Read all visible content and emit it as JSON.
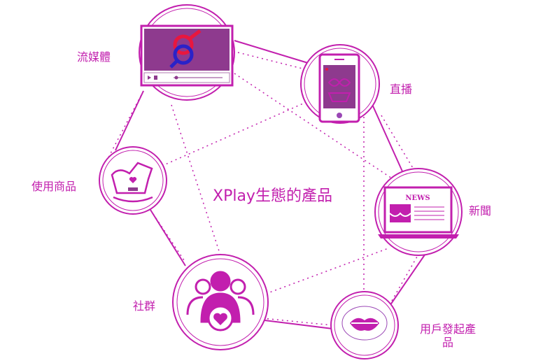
{
  "title": "XPlay生態的產品",
  "nodes": {
    "media": {
      "label": "流媒體"
    },
    "live": {
      "label": "直播"
    },
    "news": {
      "label": "新聞",
      "icon_text": "NEWS"
    },
    "ugc": {
      "label_line1": "用戶發起產",
      "label_line2": "品"
    },
    "social": {
      "label": "社群"
    },
    "goods": {
      "label": "使用商品"
    }
  },
  "colors": {
    "accent": "#c21fae",
    "panel": "#8e3a8e"
  }
}
